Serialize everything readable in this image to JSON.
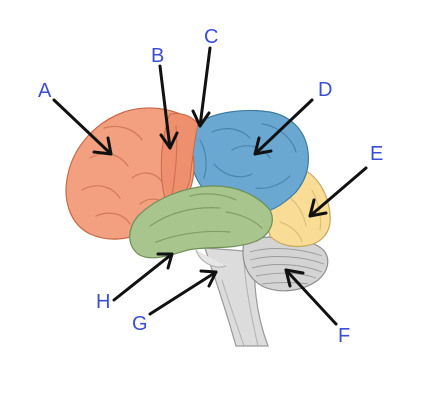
{
  "labels": {
    "A": "A",
    "B": "B",
    "C": "C",
    "D": "D",
    "E": "E",
    "F": "F",
    "G": "G",
    "H": "H"
  },
  "colors": {
    "frontal": "#f2a07f",
    "precentral": "#ee8f6e",
    "parietal": "#6aa8d2",
    "occipital": "#f9dd96",
    "temporal": "#a8c58e",
    "cerebellum": "#d4d4d4",
    "brainstem": "#dcdcdc",
    "label": "#3a4fd6",
    "arrow": "#111111"
  },
  "icons": {
    "arrow": "straight-arrow-with-open-head"
  }
}
